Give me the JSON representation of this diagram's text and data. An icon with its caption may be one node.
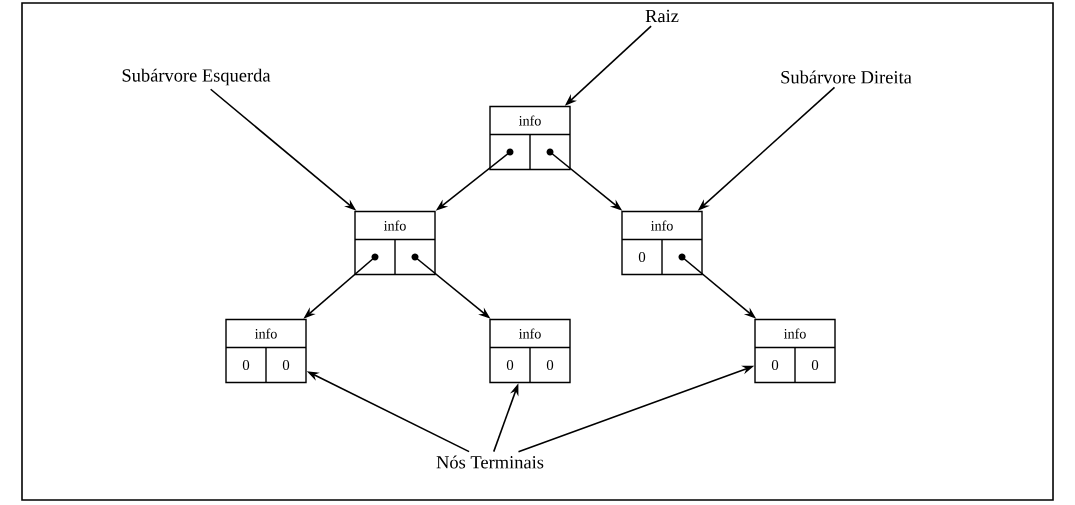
{
  "diagram": {
    "nodes": [
      {
        "text": [
          "Raiz"
        ]
      },
      {
        "text": [
          "info"
        ]
      },
      {
        "text": [
          "Subárvore Esquerda"
        ]
      },
      {
        "text": [
          "Subárvore Direita"
        ]
      },
      {
        "text": [
          "info"
        ]
      },
      {
        "text": [
          "info",
          "0"
        ]
      },
      {
        "text": [
          "info",
          "0",
          "0"
        ]
      },
      {
        "text": [
          "info",
          "0",
          "0"
        ]
      },
      {
        "text": [
          "info",
          "0",
          "0"
        ]
      },
      {
        "text": [
          "Nós Terminais"
        ]
      }
    ],
    "edges": [
      {
        "from": 0,
        "to": 1,
        "arrow": "to"
      },
      {
        "from": 1,
        "to": 4,
        "arrow": "to"
      },
      {
        "from": 1,
        "to": 5,
        "arrow": "to"
      },
      {
        "from": 2,
        "to": 4,
        "arrow": "to"
      },
      {
        "from": 3,
        "to": 5,
        "arrow": "to"
      },
      {
        "from": 4,
        "to": 6,
        "arrow": "to"
      },
      {
        "from": 4,
        "to": 7,
        "arrow": "to"
      },
      {
        "from": 5,
        "to": 8,
        "arrow": "to"
      },
      {
        "from": 9,
        "to": 6,
        "arrow": "to"
      },
      {
        "from": 9,
        "to": 7,
        "arrow": "to"
      },
      {
        "from": 9,
        "to": 8,
        "arrow": "to"
      }
    ]
  }
}
